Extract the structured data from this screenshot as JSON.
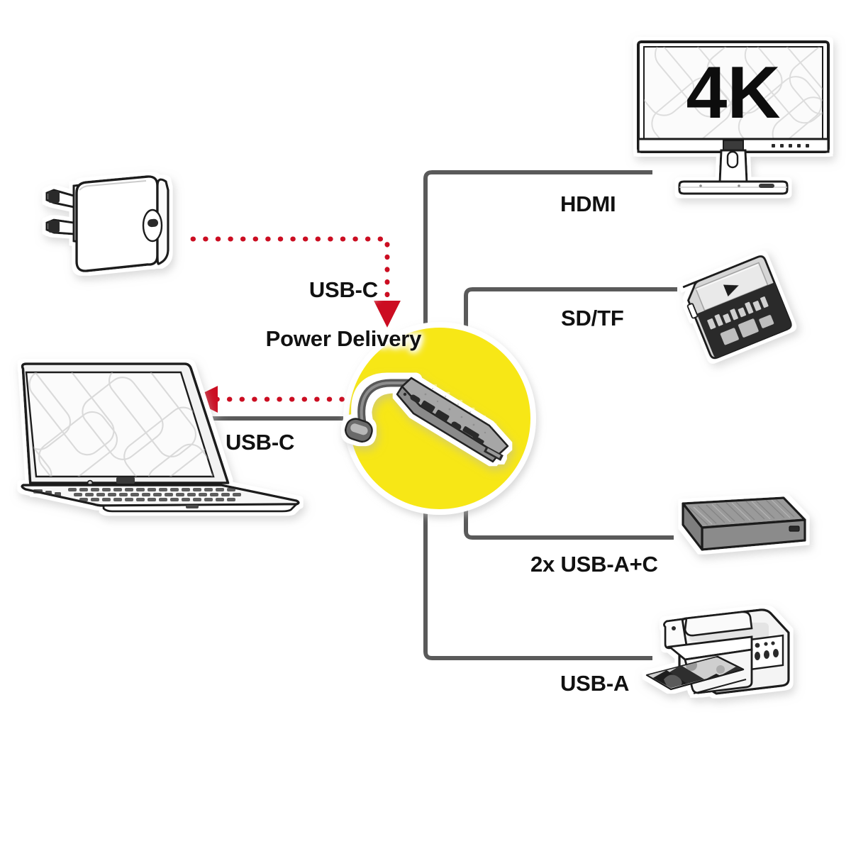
{
  "diagram": {
    "title": "USB-C Multiport Hub Connection Diagram",
    "hub": {
      "name": "usb-c-multiport-hub",
      "highlight_circle_color": "#F7E712",
      "body_color": "#8f8f8f",
      "cable_connector": "usb-c-plug"
    },
    "colors": {
      "highlight_yellow": "#F7E712",
      "power_red": "#CC1122",
      "connector_grey": "#5a5a5a",
      "device_outline": "#1a1a1a",
      "background": "#ffffff",
      "screen_fill": "#fbfbfb"
    },
    "connections": [
      {
        "id": "power-delivery",
        "label": "USB-C\nPower Delivery",
        "label_lines": [
          "USB-C",
          "Power Delivery"
        ],
        "from": "power-adapter",
        "to": "usb-c-multiport-hub",
        "line_style": "dotted",
        "line_color": "#CC1122",
        "arrow": "into-hub"
      },
      {
        "id": "host-usb-c",
        "label": "USB-C",
        "from": "usb-c-multiport-hub",
        "to": "laptop",
        "line_style": "solid-and-dotted",
        "line_color": "#5a5a5a",
        "arrow": "to-laptop"
      },
      {
        "id": "hdmi",
        "label": "HDMI",
        "from": "usb-c-multiport-hub",
        "to": "monitor-4k",
        "line_style": "solid",
        "line_color": "#5a5a5a"
      },
      {
        "id": "sd-tf",
        "label": "SD/TF",
        "from": "usb-c-multiport-hub",
        "to": "sd-card",
        "line_style": "solid",
        "line_color": "#5a5a5a"
      },
      {
        "id": "usb-a-plus-c",
        "label": "2x USB-A+C",
        "from": "usb-c-multiport-hub",
        "to": "external-hard-drive",
        "line_style": "solid",
        "line_color": "#5a5a5a"
      },
      {
        "id": "usb-a",
        "label": "USB-A",
        "from": "usb-c-multiport-hub",
        "to": "printer",
        "line_style": "solid",
        "line_color": "#5a5a5a"
      }
    ],
    "devices": [
      {
        "id": "power-adapter",
        "name": "usb-c-power-adapter",
        "label": ""
      },
      {
        "id": "laptop",
        "name": "laptop",
        "label": ""
      },
      {
        "id": "monitor-4k",
        "name": "monitor",
        "label": "4K",
        "screen_text": "4K"
      },
      {
        "id": "sd-card",
        "name": "sd-memory-card",
        "label": ""
      },
      {
        "id": "external-hard-drive",
        "name": "external-hard-drive",
        "label": ""
      },
      {
        "id": "printer",
        "name": "inkjet-printer",
        "label": ""
      }
    ]
  },
  "labels": {
    "hdmi": "HDMI",
    "sd_tf": "SD/TF",
    "usb_ac": "2x USB-A+C",
    "usb_a": "USB-A",
    "usb_c": "USB-C",
    "pd_line1": "USB-C",
    "pd_line2": "Power Delivery",
    "monitor_screen": "4K"
  }
}
